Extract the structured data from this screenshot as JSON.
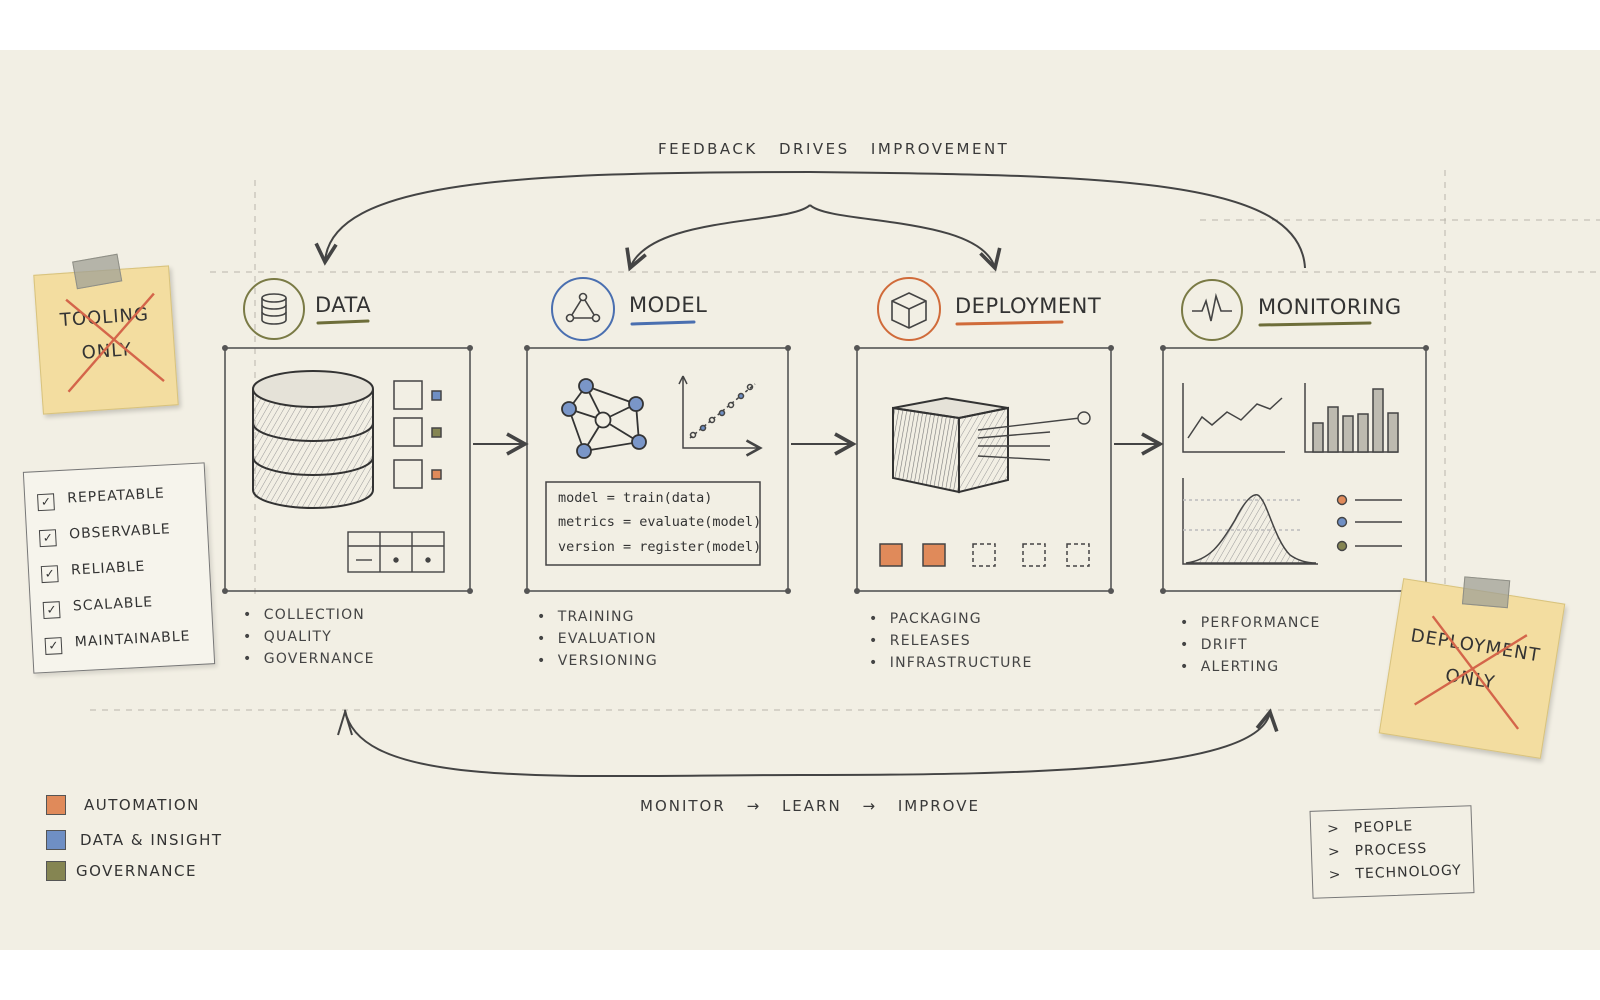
{
  "top_caption": "FEEDBACK DRIVES IMPROVEMENT",
  "bottom_caption": {
    "steps": [
      "MONITOR",
      "LEARN",
      "IMPROVE"
    ],
    "arrow": "→"
  },
  "stages": [
    {
      "title": "DATA",
      "icon": "database-icon",
      "accent": "#6e6e3a",
      "bullets": [
        "COLLECTION",
        "QUALITY",
        "GOVERNANCE"
      ]
    },
    {
      "title": "MODEL",
      "icon": "network-icon",
      "accent": "#4a6fb0",
      "bullets": [
        "TRAINING",
        "EVALUATION",
        "VERSIONING"
      ],
      "code": [
        "model = train(data)",
        "metrics = evaluate(model)",
        "version = register(model)"
      ]
    },
    {
      "title": "DEPLOYMENT",
      "icon": "cube-icon",
      "accent": "#d06b3a",
      "bullets": [
        "PACKAGING",
        "RELEASES",
        "INFRASTRUCTURE"
      ]
    },
    {
      "title": "MONITORING",
      "icon": "heartbeat-icon",
      "accent": "#6e6e3a",
      "bullets": [
        "PERFORMANCE",
        "DRIFT",
        "ALERTING"
      ]
    }
  ],
  "sticky_notes": {
    "left": [
      "TOOLING",
      "ONLY"
    ],
    "right": [
      "DEPLOYMENT",
      "ONLY"
    ]
  },
  "checklist": [
    "REPEATABLE",
    "OBSERVABLE",
    "RELIABLE",
    "SCALABLE",
    "MAINTAINABLE"
  ],
  "check_mark": "✓",
  "legend": [
    {
      "label": "AUTOMATION",
      "color": "#e08a5a"
    },
    {
      "label": "DATA & INSIGHT",
      "color": "#6f8fc4"
    },
    {
      "label": "GOVERNANCE",
      "color": "#858552"
    }
  ],
  "pillars": {
    "marker": ">",
    "items": [
      "PEOPLE",
      "PROCESS",
      "TECHNOLOGY"
    ]
  },
  "bullet_symbol": "•"
}
